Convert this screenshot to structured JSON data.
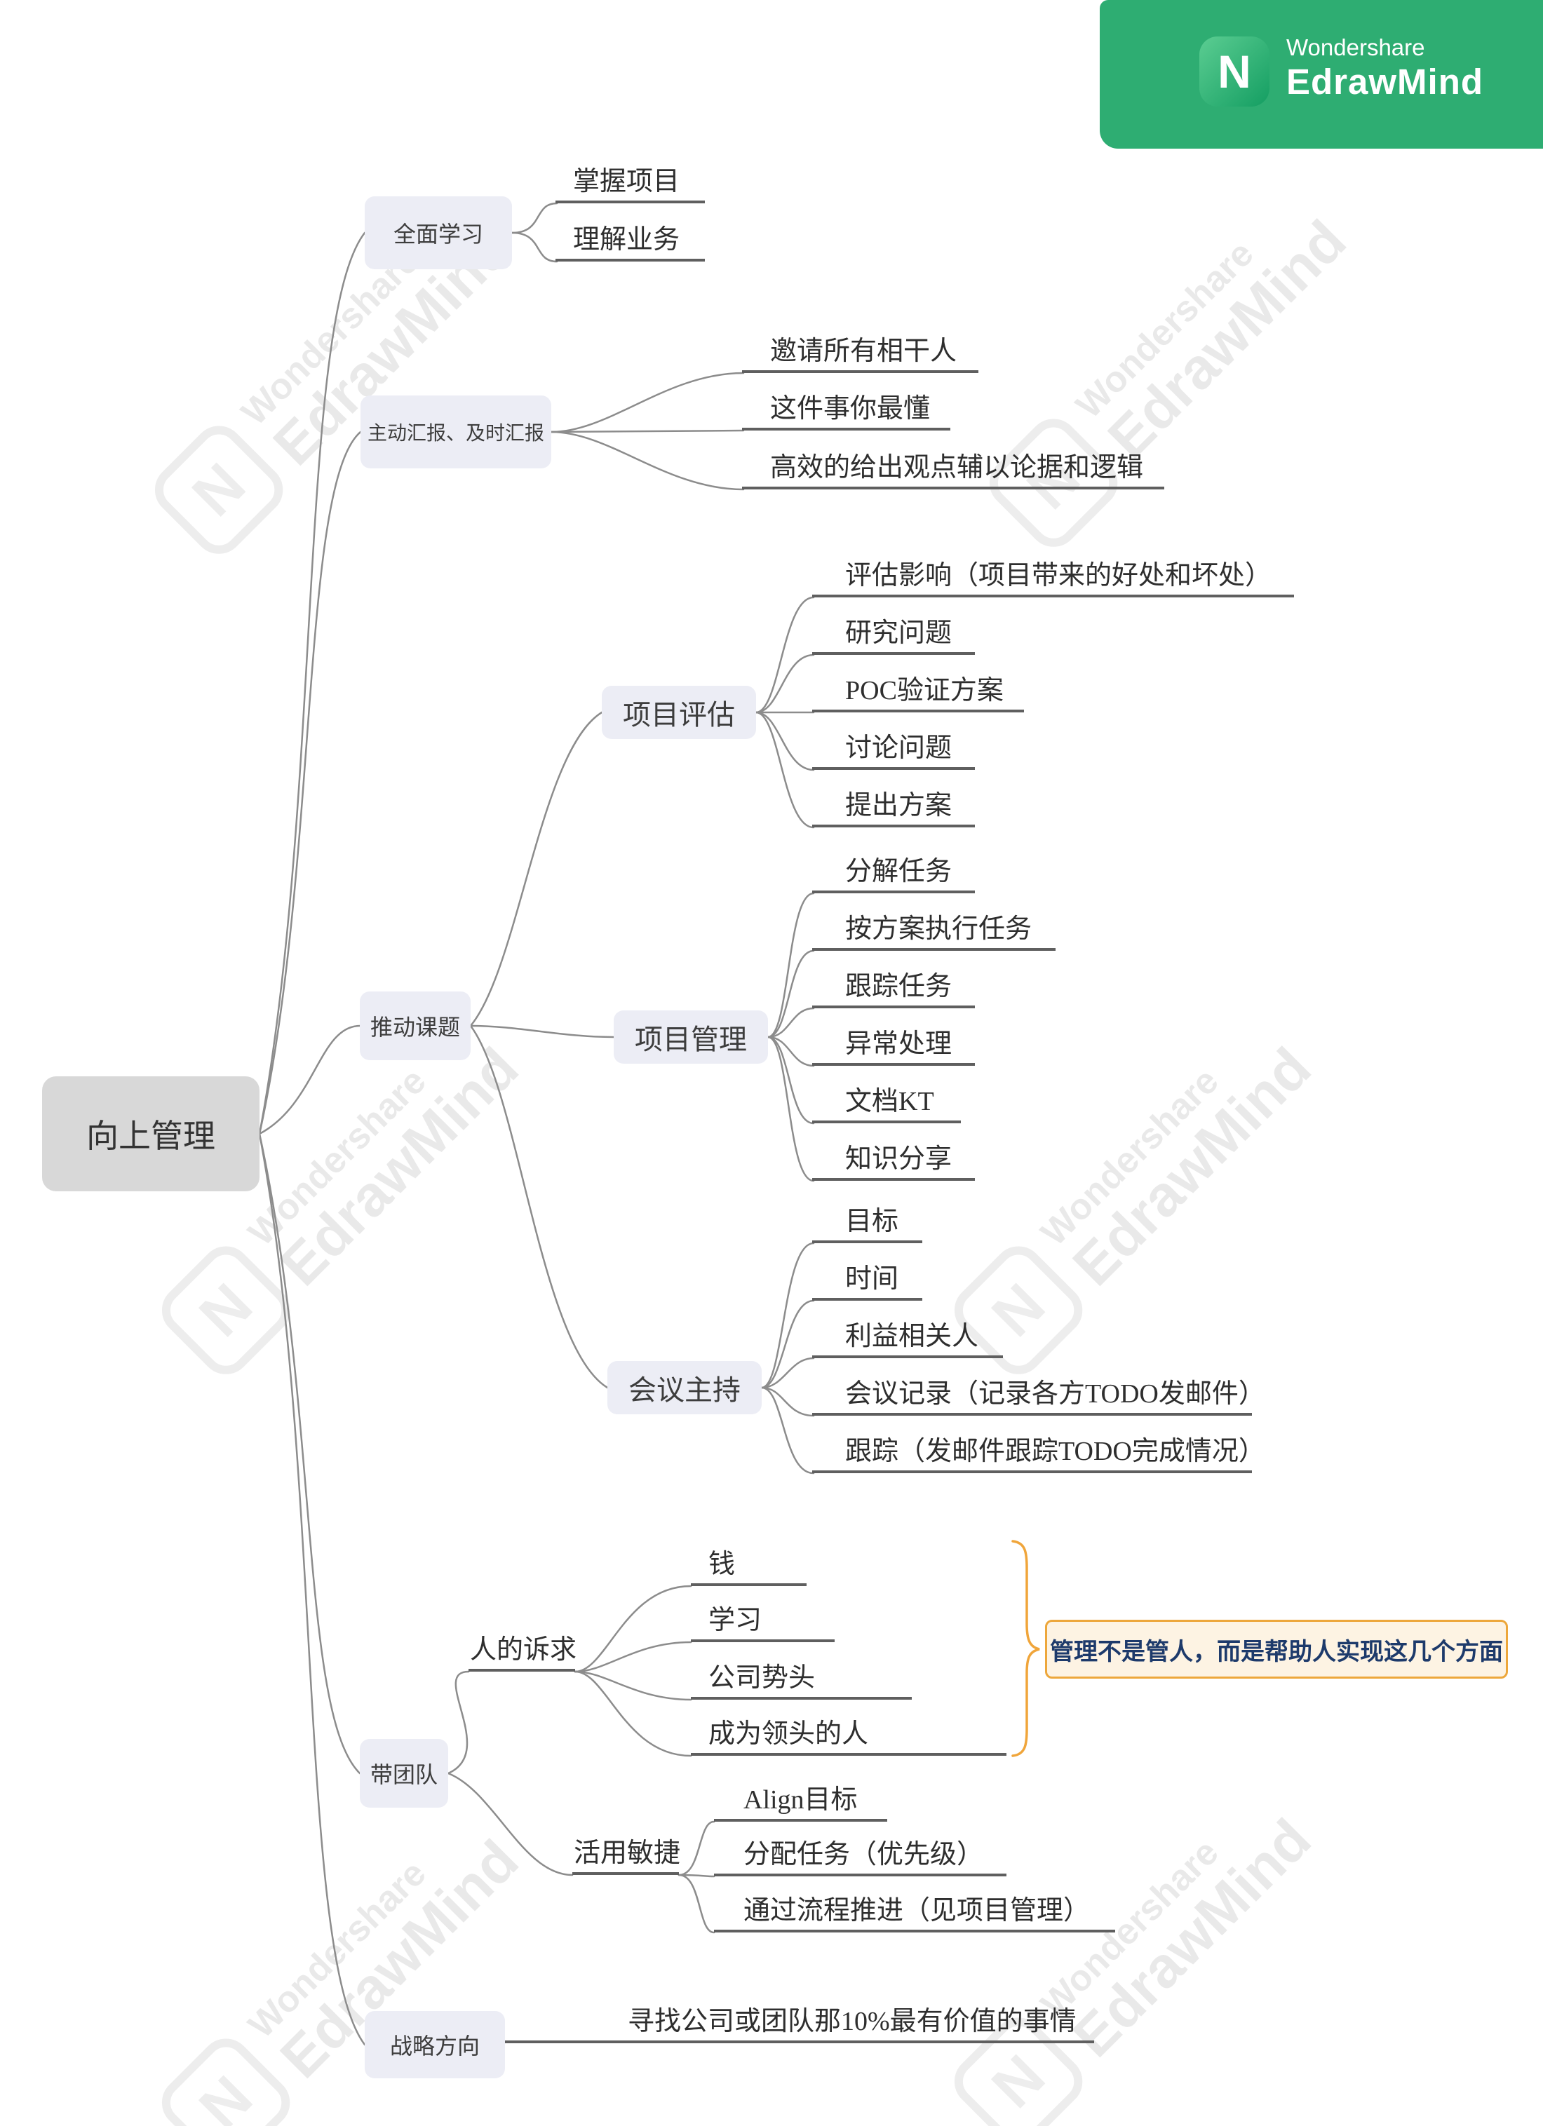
{
  "banner": {
    "logo_letter": "N",
    "brand_line1": "Wondershare",
    "brand_line2": "EdrawMind"
  },
  "watermark": {
    "line1": "Wondershare",
    "line2": "EdrawMind",
    "logo_letter": "N"
  },
  "colors": {
    "banner_green": "#2ead72",
    "node_fill": "#ecedf5",
    "root_fill": "#d8d8d8",
    "edge_gray": "#8c8c8c",
    "underline_gray": "#5f5f5f",
    "summary_border": "#eda73b",
    "summary_fill": "#fdf3e3",
    "summary_text": "#1d3a6b",
    "brace_orange": "#f0a53a"
  },
  "mindmap": {
    "root": {
      "label": "向上管理"
    },
    "branches": [
      {
        "label": "全面学习",
        "children": [
          {
            "label": "掌握项目"
          },
          {
            "label": "理解业务"
          }
        ]
      },
      {
        "label": "主动汇报、及时汇报",
        "children": [
          {
            "label": "邀请所有相干人"
          },
          {
            "label": "这件事你最懂"
          },
          {
            "label": "高效的给出观点辅以论据和逻辑"
          }
        ]
      },
      {
        "label": "推动课题",
        "children": [
          {
            "label": "项目评估",
            "children": [
              {
                "label": "评估影响（项目带来的好处和坏处）"
              },
              {
                "label": "研究问题"
              },
              {
                "label": "POC验证方案"
              },
              {
                "label": "讨论问题"
              },
              {
                "label": "提出方案"
              }
            ]
          },
          {
            "label": "项目管理",
            "children": [
              {
                "label": "分解任务"
              },
              {
                "label": "按方案执行任务"
              },
              {
                "label": "跟踪任务"
              },
              {
                "label": "异常处理"
              },
              {
                "label": "文档KT"
              },
              {
                "label": "知识分享"
              }
            ]
          },
          {
            "label": "会议主持",
            "children": [
              {
                "label": "目标"
              },
              {
                "label": "时间"
              },
              {
                "label": "利益相关人"
              },
              {
                "label": "会议记录（记录各方TODO发邮件）"
              },
              {
                "label": "跟踪（发邮件跟踪TODO完成情况）"
              }
            ]
          }
        ]
      },
      {
        "label": "带团队",
        "children": [
          {
            "label": "人的诉求",
            "summary": "管理不是管人，而是帮助人实现这几个方面",
            "children": [
              {
                "label": "钱"
              },
              {
                "label": "学习"
              },
              {
                "label": "公司势头"
              },
              {
                "label": "成为领头的人"
              }
            ]
          },
          {
            "label": "活用敏捷",
            "children": [
              {
                "label": "Align目标"
              },
              {
                "label": "分配任务（优先级）"
              },
              {
                "label": "通过流程推进（见项目管理）"
              }
            ]
          }
        ]
      },
      {
        "label": "战略方向",
        "children": [
          {
            "label": "寻找公司或团队那10%最有价值的事情"
          }
        ]
      }
    ]
  }
}
